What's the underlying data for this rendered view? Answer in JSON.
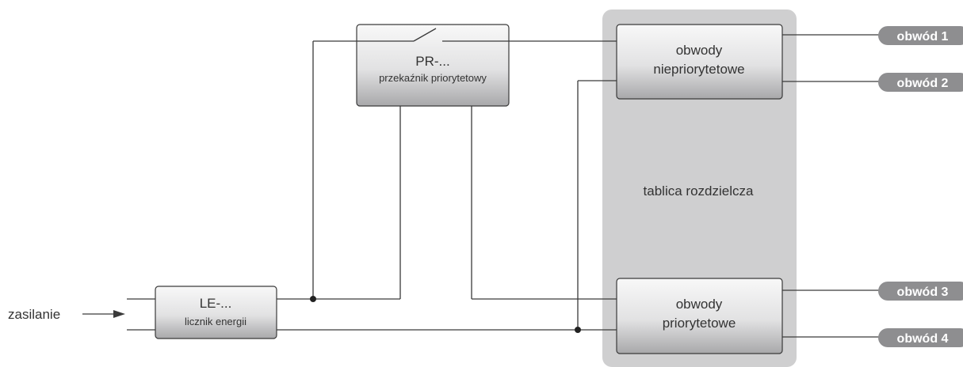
{
  "supply": {
    "label": "zasilanie"
  },
  "meter": {
    "title": "LE-...",
    "subtitle": "licznik energii"
  },
  "relay": {
    "title": "PR-...",
    "subtitle": "przekaźnik priorytetowy"
  },
  "panel": {
    "label": "tablica rozdzielcza"
  },
  "non_priority": {
    "line1": "obwody",
    "line2": "niepriorytetowe"
  },
  "priority": {
    "line1": "obwody",
    "line2": "priorytetowe"
  },
  "circuits": [
    "obwód 1",
    "obwód 2",
    "obwód 3",
    "obwód 4"
  ],
  "colors": {
    "line": "#3a3a3a",
    "panel": "#cfcfd0",
    "box_top": "#f7f7f7",
    "box_bottom": "#a9a9ab",
    "tag": "#8e8e90"
  }
}
